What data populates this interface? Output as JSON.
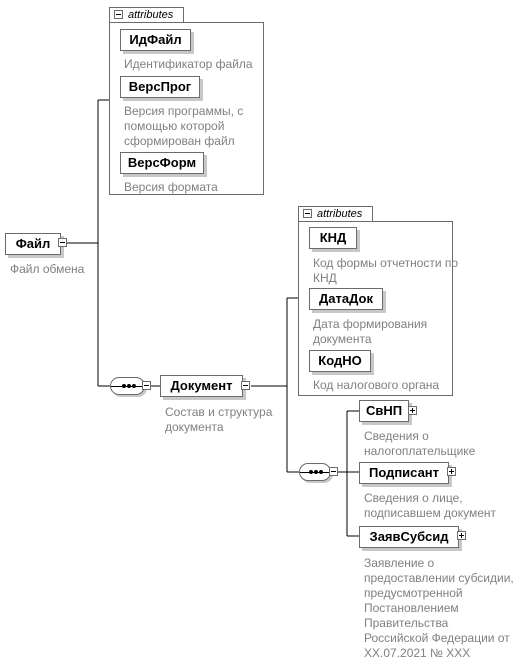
{
  "root": {
    "name": "Файл",
    "description": "Файл обмена"
  },
  "file_attributes": {
    "tag": "attributes",
    "items": [
      {
        "name": "ИдФайл",
        "description": [
          "Идентификатор файла"
        ]
      },
      {
        "name": "ВерсПрог",
        "description": [
          "Версия программы, с",
          "помощью которой",
          "сформирован файл"
        ]
      },
      {
        "name": "ВерсФорм",
        "description": [
          "Версия формата"
        ]
      }
    ]
  },
  "document": {
    "name": "Документ",
    "description": [
      "Состав и структура",
      "документа"
    ]
  },
  "document_attributes": {
    "tag": "attributes",
    "items": [
      {
        "name": "КНД",
        "description": [
          "Код формы отчетности по",
          "КНД"
        ]
      },
      {
        "name": "ДатаДок",
        "description": [
          "Дата формирования",
          "документа"
        ]
      },
      {
        "name": "КодНО",
        "description": [
          "Код налогового органа"
        ]
      }
    ]
  },
  "document_children": [
    {
      "name": "СвНП",
      "description": [
        "Сведения о",
        "налогоплательщике"
      ]
    },
    {
      "name": "Подписант",
      "description": [
        "Сведения о лице,",
        "подписавшем документ"
      ]
    },
    {
      "name": "ЗаявСубсид",
      "description": [
        "Заявление о",
        "предоставлении субсидии,",
        "предусмотренной",
        "Постановлением",
        "Правительства",
        "Российской Федерации от",
        "XX.07.2021 № XXX"
      ]
    }
  ]
}
